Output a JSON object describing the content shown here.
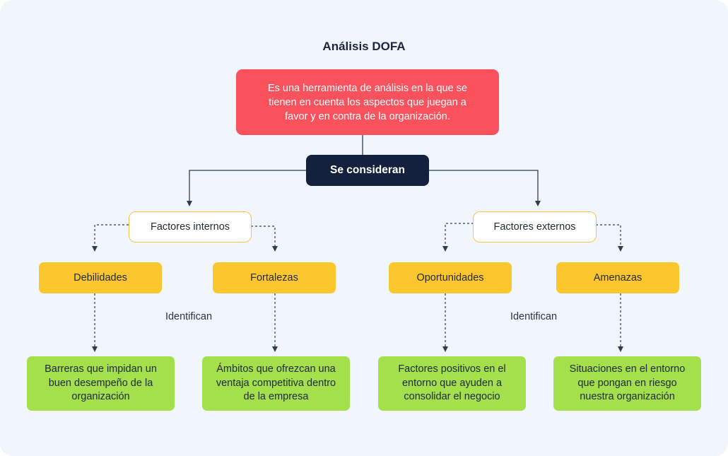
{
  "diagram": {
    "title": "Análisis DOFA",
    "definition": "Es una herramienta de análisis en la que se tienen en cuenta los aspectos que juegan a favor y en contra de la organización.",
    "connector": "Se consideran",
    "groups": [
      {
        "label": "Factores internos",
        "relation": "Identifican",
        "items": [
          {
            "label": "Debilidades",
            "description": "Barreras que impidan un buen desempeño de la organización"
          },
          {
            "label": "Fortalezas",
            "description": "Ámbitos que ofrezcan una ventaja competitiva dentro de la empresa"
          }
        ]
      },
      {
        "label": "Factores externos",
        "relation": "Identifican",
        "items": [
          {
            "label": "Oportunidades",
            "description": "Factores positivos en el entorno que ayuden a consolidar el negocio"
          },
          {
            "label": "Amenazas",
            "description": "Situaciones en el entorno que pongan en riesgo nuestra organización"
          }
        ]
      }
    ]
  },
  "colors": {
    "background": "#f1f6fc",
    "definition": "#f9525d",
    "connector": "#14213d",
    "factor_border": "#f2c64a",
    "category": "#fcc62f",
    "description": "#a3e04c",
    "line": "#2c3e50"
  }
}
